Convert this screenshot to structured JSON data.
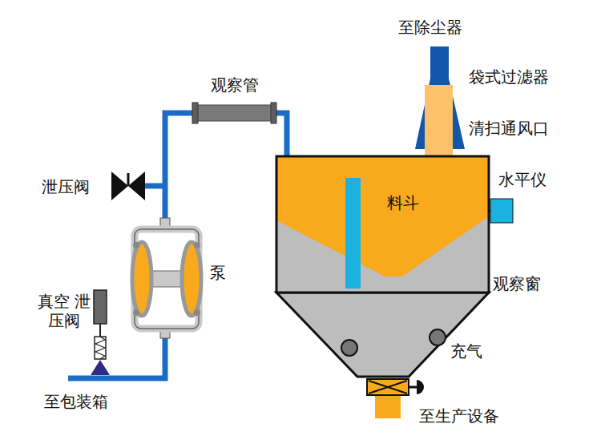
{
  "diagram": {
    "nodes": [
      {
        "text": [
          "料斗"
        ]
      },
      {
        "text": [
          "泵"
        ]
      },
      {
        "text": [
          "观察管"
        ]
      }
    ],
    "edges": [
      {
        "from": 1,
        "to": 2,
        "arrow": "none"
      },
      {
        "from": 2,
        "to": 0,
        "arrow": "none"
      }
    ],
    "labels": [
      "至除尘器",
      "袋式过滤器",
      "清扫通风口",
      "泄压阀",
      "水平仪",
      "观察窗",
      "真空 泄压阀",
      "充气",
      "至包装箱",
      "至生产设备"
    ]
  }
}
